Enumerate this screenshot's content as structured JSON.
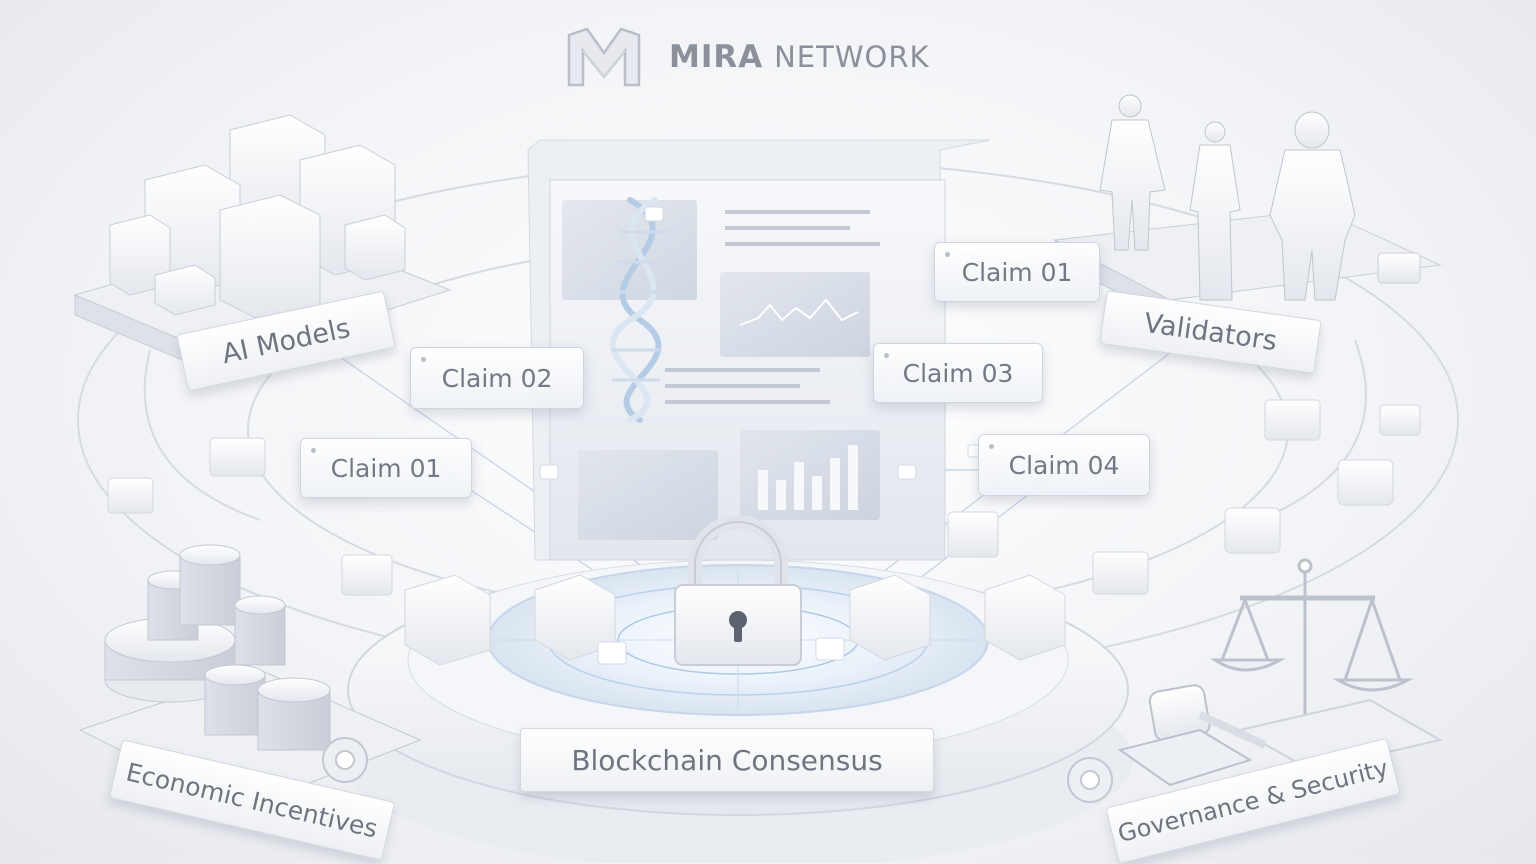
{
  "brand": {
    "name_bold": "MIRA",
    "name_light": "NETWORK"
  },
  "claims": {
    "claim_top_right": "Claim 01",
    "claim_02": "Claim 02",
    "claim_03": "Claim 03",
    "claim_left": "Claim 01",
    "claim_04": "Claim 04"
  },
  "sections": {
    "ai_models": "AI Models",
    "validators": "Validators",
    "economic_incentives": "Economic Incentives",
    "governance_security": "Governance & Security",
    "blockchain_consensus": "Blockchain Consensus"
  },
  "icons": [
    "mira-logo-icon",
    "dna-icon",
    "line-chart-icon",
    "bar-chart-icon",
    "padlock-icon",
    "server-buildings-icon",
    "person-figure-icon",
    "robot-figure-icon",
    "coin-stack-icon",
    "gear-icon",
    "scales-icon",
    "gavel-icon"
  ],
  "colors": {
    "background": "#f3f4f7",
    "accent_blue": "#a9c4e2",
    "text": "#6f7580"
  }
}
